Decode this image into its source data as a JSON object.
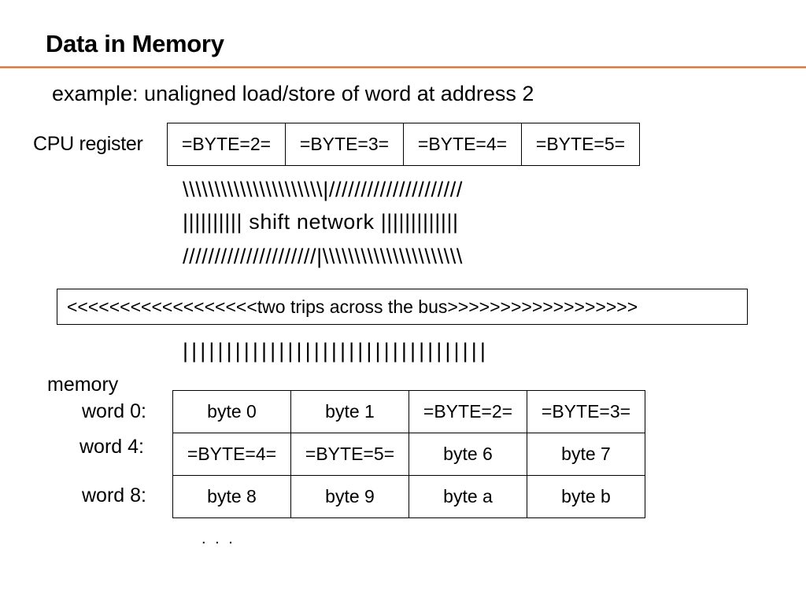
{
  "title": "Data in Memory",
  "subtitle": "example: unaligned load/store of word at address 2",
  "cpu": {
    "label": "CPU register",
    "cells": [
      "=BYTE=2=",
      "=BYTE=3=",
      "=BYTE=4=",
      "=BYTE=5="
    ]
  },
  "shift": {
    "line1": "\\\\\\\\\\\\\\\\\\\\\\\\\\\\\\\\\\\\\\\\\\\\|/////////////////////",
    "line2": "|||||||||| shift network |||||||||||||",
    "line3": "/////////////////////|\\\\\\\\\\\\\\\\\\\\\\\\\\\\\\\\\\\\\\\\\\\\"
  },
  "bus": {
    "text": "<<<<<<<<<<<<<<<<<<two trips across the bus>>>>>>>>>>>>>>>>>>"
  },
  "bus_lines": "|||||||||||||||||||||||||||||||||||",
  "memory": {
    "label": "memory",
    "rows": [
      {
        "label": "word  0:",
        "cells": [
          "byte 0",
          "byte 1",
          "=BYTE=2=",
          "=BYTE=3="
        ]
      },
      {
        "label": "word  4:",
        "cells": [
          "=BYTE=4=",
          "=BYTE=5=",
          "byte 6",
          "byte 7"
        ]
      },
      {
        "label": "word  8:",
        "cells": [
          "byte 8",
          "byte 9",
          "byte a",
          "byte b"
        ]
      }
    ],
    "ellipsis": ". . ."
  }
}
